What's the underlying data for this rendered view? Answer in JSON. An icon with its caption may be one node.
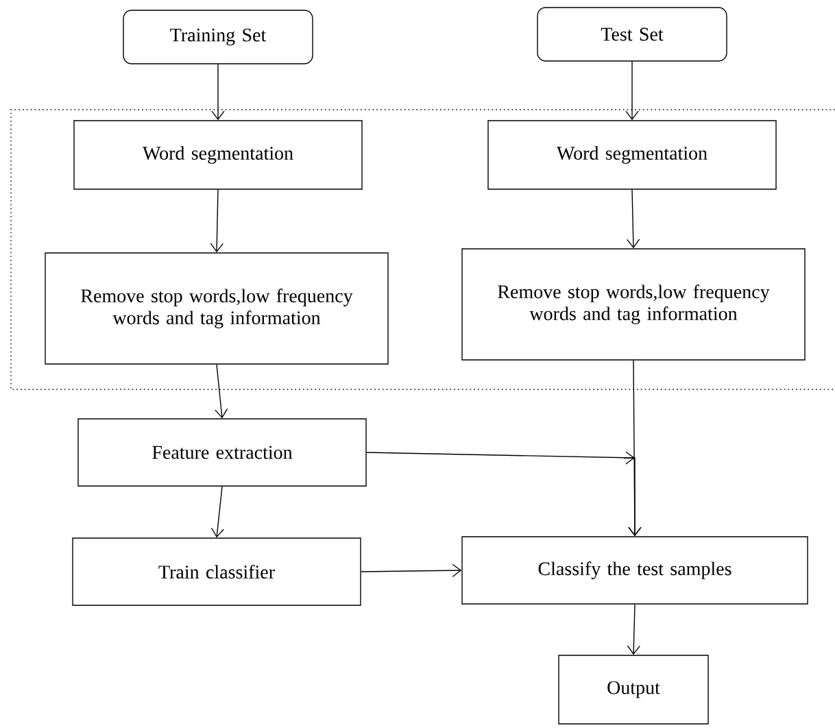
{
  "diagram": {
    "nodes": [
      {
        "text": [
          "Training Set"
        ]
      },
      {
        "text": [
          "Test Set"
        ]
      },
      {
        "text": [
          "Word segmentation"
        ]
      },
      {
        "text": [
          "Word segmentation"
        ]
      },
      {
        "text": [
          "Remove stop words,low frequency words and tag information"
        ]
      },
      {
        "text": [
          "Remove stop words,low frequency words and tag information"
        ]
      },
      {
        "text": [
          "Feature extraction"
        ]
      },
      {
        "text": [
          "Train classifier"
        ]
      },
      {
        "text": [
          "Classify the test samples"
        ]
      },
      {
        "text": [
          "Output"
        ]
      }
    ],
    "edges": [
      {
        "from": 0,
        "to": 2,
        "arrow": "to"
      },
      {
        "from": 1,
        "to": 3,
        "arrow": "to"
      },
      {
        "from": 2,
        "to": 4,
        "arrow": "to"
      },
      {
        "from": 3,
        "to": 5,
        "arrow": "to"
      },
      {
        "from": 4,
        "to": 6,
        "arrow": "to"
      },
      {
        "from": 5,
        "to": 8,
        "arrow": "to"
      },
      {
        "from": 6,
        "to": 8,
        "arrow": "to"
      },
      {
        "from": 7,
        "to": 8,
        "arrow": "to"
      },
      {
        "from": 6,
        "to": 7,
        "arrow": "to"
      },
      {
        "from": 8,
        "to": 9,
        "arrow": "to"
      }
    ]
  }
}
